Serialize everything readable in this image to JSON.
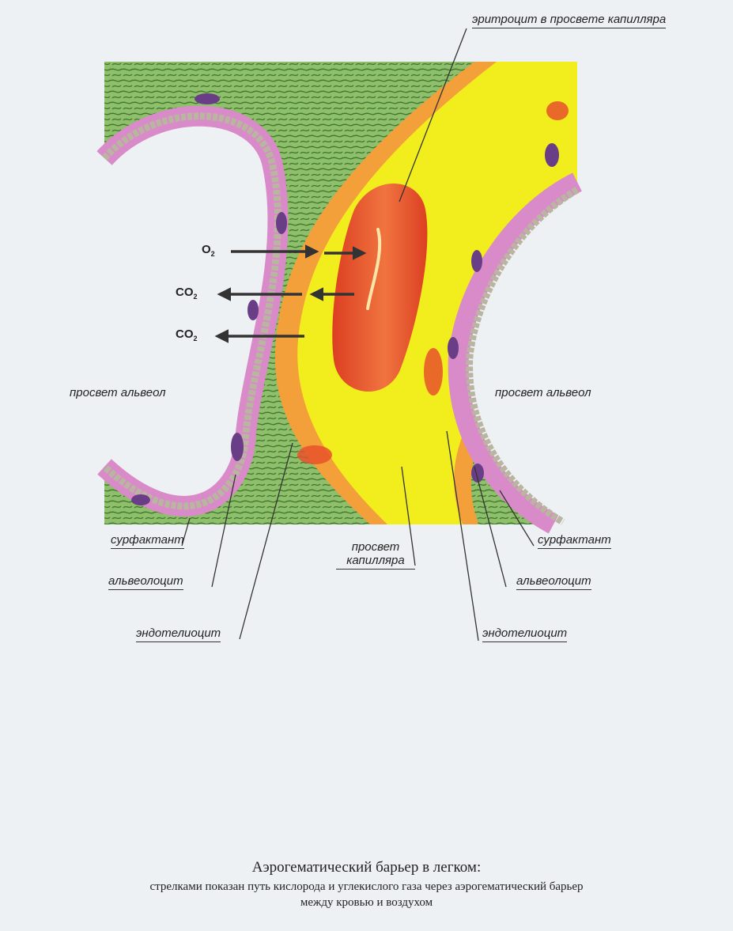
{
  "labels": {
    "erythrocyte": "эритроцит в просвете капилляра",
    "alveolus_lumen_left": "просвет альвеол",
    "alveolus_lumen_right": "просвет альвеол",
    "surfactant_left": "сурфактант",
    "surfactant_right": "сурфактант",
    "alveolocyte_left": "альвеолоцит",
    "alveolocyte_right": "альвеолоцит",
    "endotheliocyte_left": "эндотелиоцит",
    "endotheliocyte_right": "эндотелиоцит",
    "capillary_lumen_line1": "просвет",
    "capillary_lumen_line2": "капилляра"
  },
  "gases": {
    "o2": {
      "base": "O",
      "sub": "2"
    },
    "co2_a": {
      "base": "CO",
      "sub": "2"
    },
    "co2_b": {
      "base": "CO",
      "sub": "2"
    }
  },
  "caption": {
    "title": "Аэрогематический барьер в легком:",
    "line1": "стрелками показан путь кислорода и углекислого газа через аэрогематический барьер",
    "line2": "между кровью и воздухом"
  },
  "colors": {
    "capillary": "#f2ee1e",
    "endothelium": "#f3a03a",
    "erythrocyte": "#e8512a",
    "alveolocyte": "#d98ac8",
    "nucleus": "#6a3e86",
    "interstitium": "#8fbf6a",
    "surfactant": "#b9b5a1"
  }
}
